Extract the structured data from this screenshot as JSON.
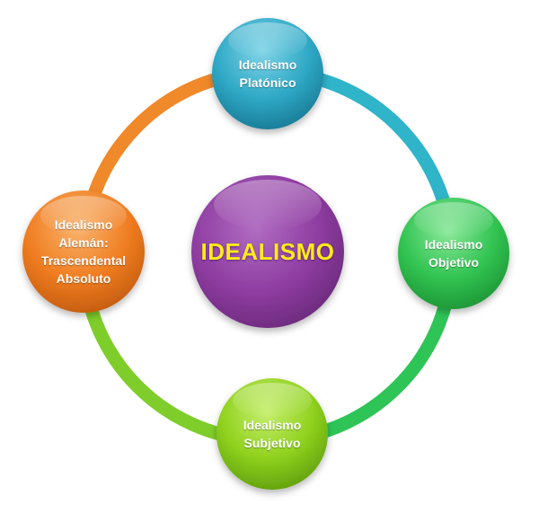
{
  "diagram": {
    "center": {
      "lines": [
        "IDEALISMO"
      ],
      "color": "#8e3ca0"
    },
    "nodes": {
      "top": {
        "lines": [
          "Idealismo",
          "Platónico"
        ],
        "color": "#2fa9c6"
      },
      "right": {
        "lines": [
          "Idealismo",
          "Objetivo"
        ],
        "color": "#32c452"
      },
      "bottom": {
        "lines": [
          "Idealismo",
          "Subjetivo"
        ],
        "color": "#8fd11d"
      },
      "left": {
        "lines": [
          "Idealismo",
          "Alemán:",
          "Trascendental",
          "Absoluto"
        ],
        "color": "#f07d21"
      }
    },
    "ring_colors": [
      "#2fb4c9",
      "#2fc456",
      "#7fcd2a",
      "#f0892a"
    ]
  }
}
